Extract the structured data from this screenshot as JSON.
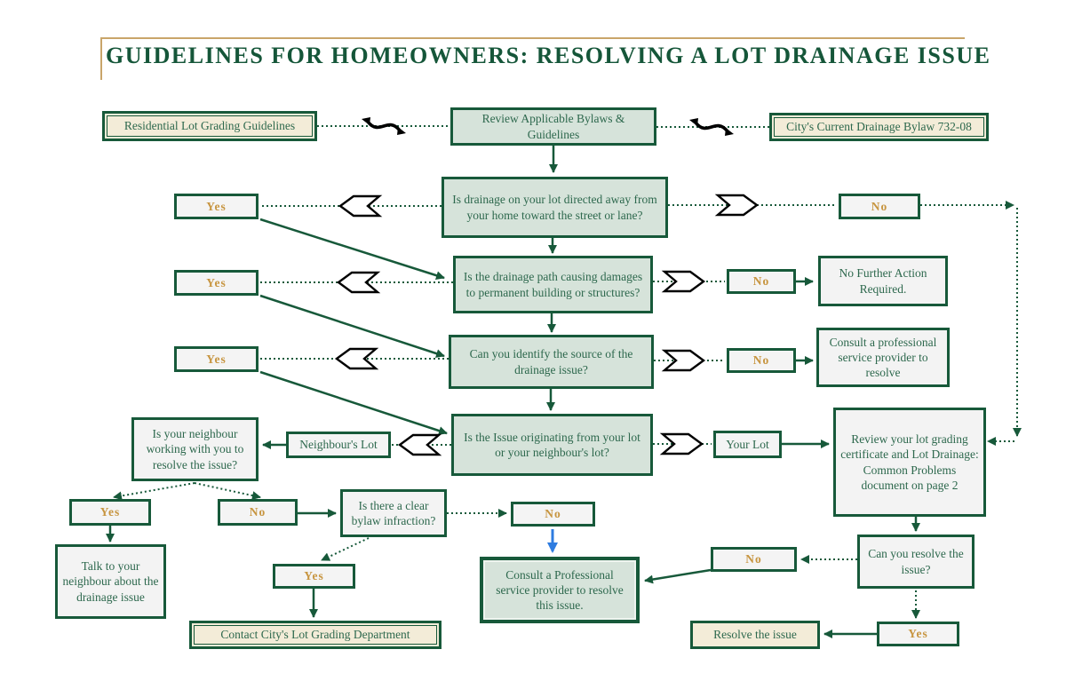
{
  "title": "GUIDELINES FOR HOMEOWNERS: RESOLVING A LOT DRAINAGE ISSUE",
  "colors": {
    "dark_green": "#17593a",
    "light_green_fill": "#d6e3da",
    "cream_fill": "#f3ecd8",
    "gray_fill": "#f3f3f3",
    "gold_text": "#c79540",
    "green_text": "#2d684d",
    "blue_arrow": "#2e7ce0",
    "tan_rule": "#c9a56a",
    "glyph_black": "#000000"
  },
  "nodes": {
    "residential_guidelines": "Residential Lot Grading Guidelines",
    "review_bylaws": "Review Applicable Bylaws & Guidelines",
    "city_bylaw": "City's Current Drainage Bylaw 732-08",
    "q_drainage_directed": "Is drainage on your lot directed away from your home toward the street or lane?",
    "q_damages": "Is the drainage path causing damages to permanent building or structures?",
    "q_source": "Can you identify the source of the drainage issue?",
    "q_origin": "Is the Issue originating from your lot or your neighbour's lot?",
    "q_neighbour_working": "Is your neighbour working with you to resolve the issue?",
    "q_bylaw_infraction": "Is there a clear bylaw infraction?",
    "q_can_resolve": "Can you resolve the issue?",
    "no_further_action": "No Further Action Required.",
    "consult_professional_short": "Consult a professional service provider to resolve",
    "consult_professional_long": "Consult a Professional service provider to resolve this issue.",
    "review_certificate": "Review your lot grading certificate and Lot Drainage: Common Problems document on page 2",
    "talk_neighbour": "Talk to your neighbour about the drainage issue",
    "contact_city": "Contact City's Lot Grading Department",
    "resolve_issue": "Resolve the issue",
    "neighbours_lot": "Neighbour's Lot",
    "your_lot": "Your Lot",
    "yes": "Yes",
    "no": "No"
  }
}
